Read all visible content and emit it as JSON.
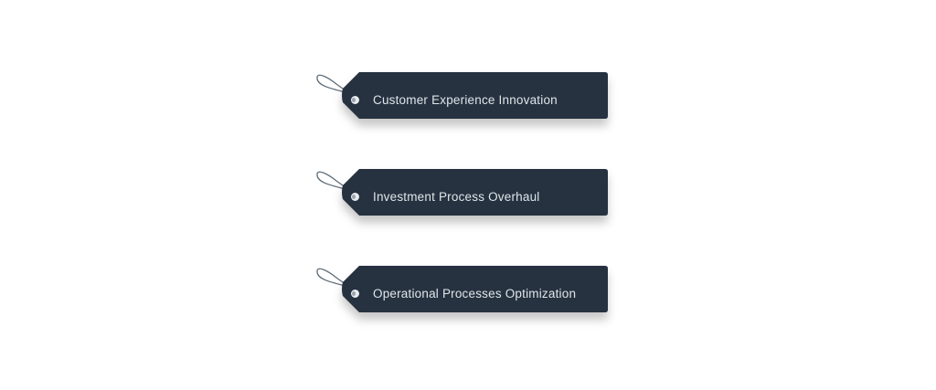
{
  "theme": {
    "tag_color": "#25333f",
    "text_color": "#dfe5ea",
    "string_color": "#5f6e7a"
  },
  "tags": [
    {
      "label": "Customer Experience Innovation"
    },
    {
      "label": "Investment Process Overhaul"
    },
    {
      "label": "Operational Processes Optimization"
    }
  ]
}
